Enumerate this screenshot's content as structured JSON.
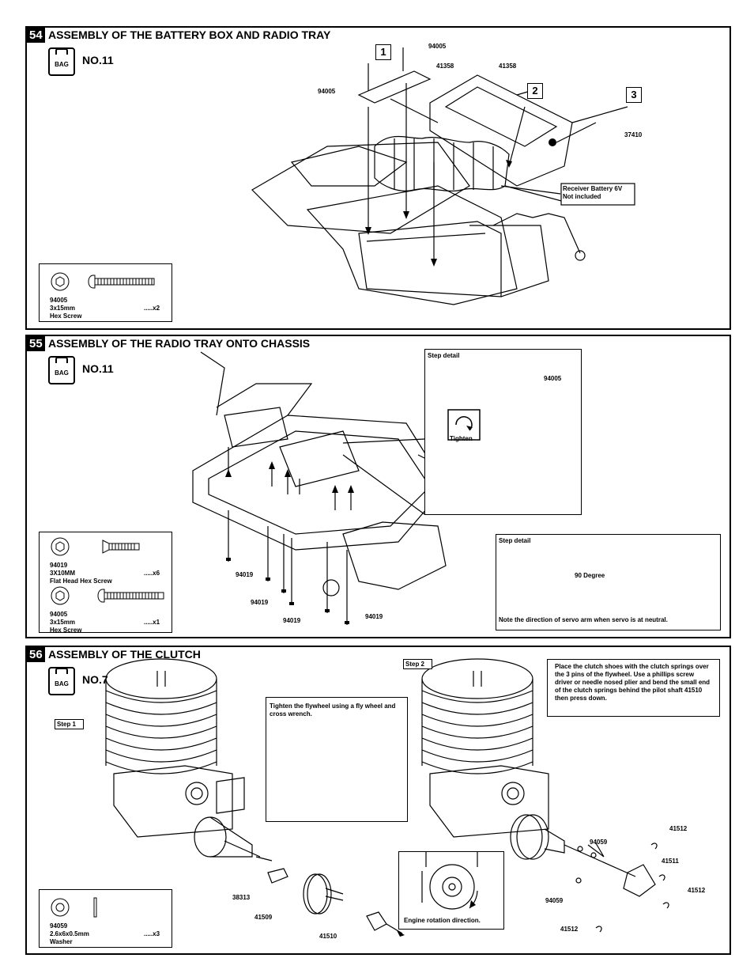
{
  "s54": {
    "num": "54",
    "title": "ASSEMBLY OF THE BATTERY BOX  AND RADIO TRAY",
    "bag_icon_text": "BAG",
    "bag_no": "NO.11",
    "callouts": [
      "1",
      "2",
      "3"
    ],
    "parts": {
      "p94005a": "94005",
      "p94005b": "94005",
      "p41358a": "41358",
      "p41358b": "41358",
      "p37410": "37410"
    },
    "battery_note": [
      "Receiver Battery 6V",
      "Not included"
    ],
    "parts_list": [
      {
        "code": "94005",
        "size": "3x15mm",
        "name": "Hex Screw",
        "qty": ".....x2"
      }
    ]
  },
  "s55": {
    "num": "55",
    "title": "ASSEMBLY OF THE RADIO TRAY ONTO CHASSIS",
    "bag_icon_text": "BAG",
    "bag_no": "NO.11",
    "detail1_title": "Step detail",
    "detail1_part": "94005",
    "detail1_tighten": "Tighten",
    "detail2_title": "Step detail",
    "detail2_degree": "90 Degree",
    "detail2_note": "Note the direction of servo arm when servo is at neutral.",
    "screw_labels": [
      "94019",
      "94019",
      "94019",
      "94019"
    ],
    "parts_list": [
      {
        "code": "94019",
        "size": "3X10MM",
        "name": "Flat Head Hex Screw",
        "qty": ".....x6"
      },
      {
        "code": "94005",
        "size": "3x15mm",
        "name": "Hex Screw",
        "qty": ".....x1"
      }
    ]
  },
  "s56": {
    "num": "56",
    "title": "ASSEMBLY OF THE CLUTCH",
    "bag_icon_text": "BAG",
    "bag_no": "NO.7",
    "step1": "Step 1",
    "step2": "Step 2",
    "flywheel_note": "Tighten  the flywheel using a fly wheel  and cross wrench.",
    "clutch_note": "Place the clutch shoes with the clutch springs over the 3 pins of the flywheel. Use a phillips screw driver or needle nosed plier and bend the small end of the clutch springs behind the pilot shaft 41510 then press down.",
    "rotation_note": "Engine rotation direction.",
    "parts": {
      "p38313": "38313",
      "p41509": "41509",
      "p41510": "41510",
      "p94059a": "94059",
      "p94059b": "94059",
      "p41512a": "41512",
      "p41511": "41511",
      "p41512b": "41512",
      "p41512c": "41512"
    },
    "parts_list": [
      {
        "code": "94059",
        "size": "2.6x6x0.5mm",
        "name": "Washer",
        "qty": ".....x3"
      }
    ]
  }
}
